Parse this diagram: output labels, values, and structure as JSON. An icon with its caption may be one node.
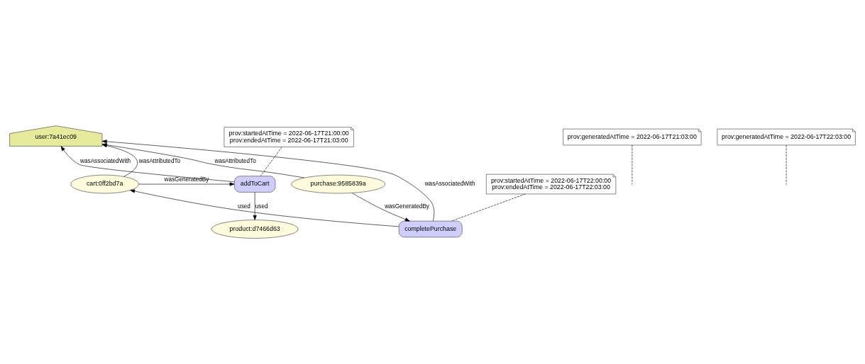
{
  "diagram": {
    "nodes": [
      {
        "text": [
          "user:7a41ec09"
        ]
      },
      {
        "text": [
          "addToCart"
        ]
      },
      {
        "text": [
          "cart:0ff2bd7a"
        ]
      },
      {
        "text": [
          "purchase:9585839a"
        ]
      },
      {
        "text": [
          "product:d7466d63"
        ]
      },
      {
        "text": [
          "completePurchase"
        ]
      },
      {
        "text": [
          "prov:startedAtTime = 2022-06-17T21:00:00",
          "prov:endedAtTime = 2022-06-17T21:03:00"
        ]
      },
      {
        "text": [
          "prov:generatedAtTime = 2022-06-17T21:03:00"
        ]
      },
      {
        "text": [
          "prov:startedAtTime = 2022-06-17T22:00:00",
          "prov:endedAtTime = 2022-06-17T22:03:00"
        ]
      },
      {
        "text": [
          "prov:generatedAtTime = 2022-06-17T22:03:00"
        ]
      }
    ],
    "edges": [
      {
        "from": 1,
        "to": 0,
        "arrow": "to",
        "label": "wasAssociatedWith"
      },
      {
        "from": 2,
        "to": 0,
        "arrow": "to",
        "label": "wasAttributedTo"
      },
      {
        "from": 5,
        "to": 0,
        "arrow": "to",
        "label": "wasAssociatedWith"
      },
      {
        "from": 3,
        "to": 0,
        "arrow": "to",
        "label": "wasAttributedTo"
      },
      {
        "from": 2,
        "to": 1,
        "arrow": "to",
        "label": "wasGeneratedBy"
      },
      {
        "from": 1,
        "to": 4,
        "arrow": "to",
        "label": "used"
      },
      {
        "from": 5,
        "to": 2,
        "arrow": "to",
        "label": "used"
      },
      {
        "from": 3,
        "to": 5,
        "arrow": "to",
        "label": "wasGeneratedBy"
      },
      {
        "from": 6,
        "to": 1,
        "arrow": "none",
        "style": "dashed"
      },
      {
        "from": 7,
        "to": null,
        "arrow": "none",
        "style": "dashed"
      },
      {
        "from": 8,
        "to": 5,
        "arrow": "none",
        "style": "dashed"
      },
      {
        "from": 9,
        "to": null,
        "arrow": "none",
        "style": "dashed"
      }
    ]
  }
}
